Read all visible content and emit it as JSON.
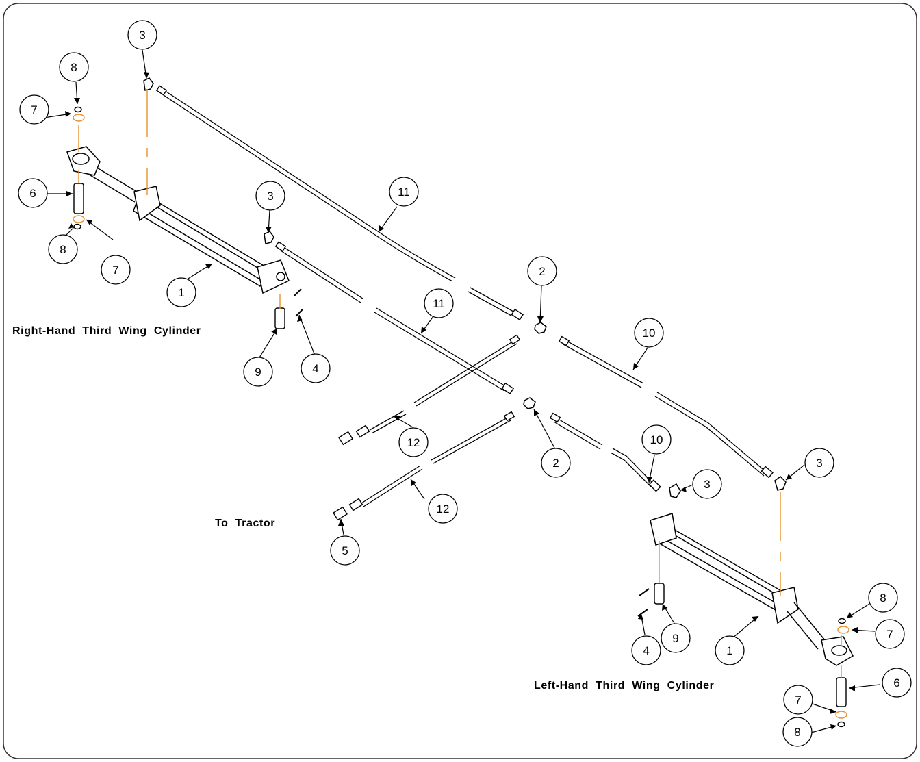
{
  "labels": {
    "right_cylinder": "Right-Hand  Third  Wing  Cylinder",
    "left_cylinder": "Left-Hand  Third  Wing  Cylinder",
    "to_tractor": "To  Tractor"
  },
  "callouts": [
    "3",
    "8",
    "7",
    "6",
    "8",
    "7",
    "3",
    "11",
    "1",
    "2",
    "11",
    "10",
    "9",
    "4",
    "12",
    "2",
    "10",
    "3",
    "3",
    "12",
    "5",
    "8",
    "7",
    "9",
    "4",
    "1",
    "6",
    "7",
    "8"
  ],
  "colors": {
    "line": "#000000",
    "leader": "#e8912f",
    "frame": "#333333",
    "background": "#ffffff"
  }
}
